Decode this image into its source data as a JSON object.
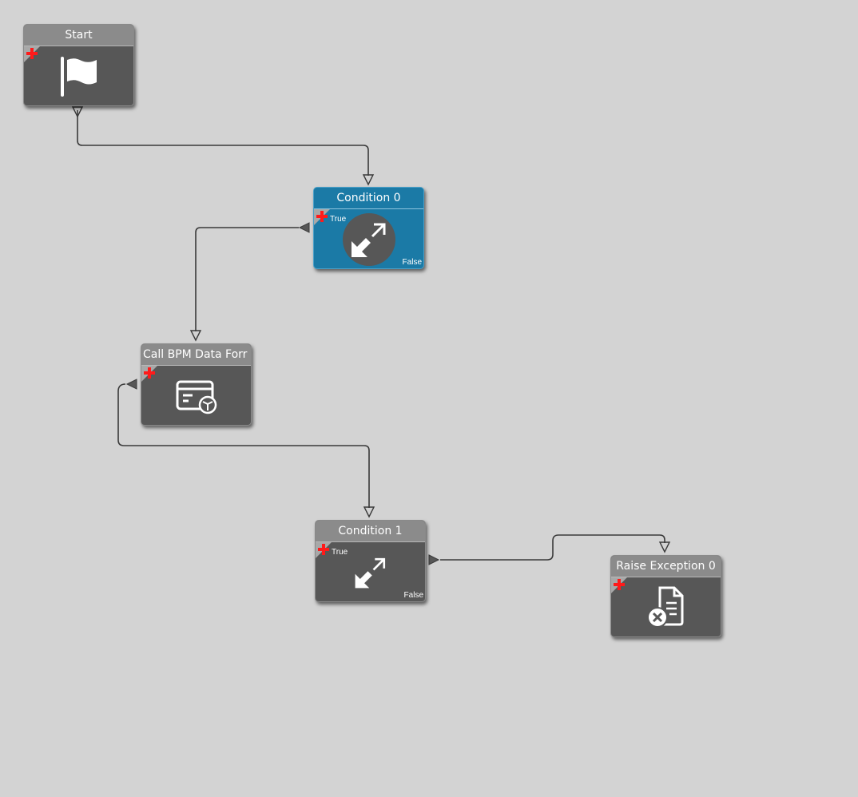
{
  "workflow": {
    "nodes": [
      {
        "id": "start",
        "title": "Start",
        "icon": "flag-icon"
      },
      {
        "id": "condition-0",
        "title": "Condition 0",
        "icon": "condition-arrows-icon",
        "true_label": "True",
        "false_label": "False",
        "selected": true
      },
      {
        "id": "call-bpm",
        "title": "Call BPM Data Forr",
        "icon": "data-form-icon"
      },
      {
        "id": "condition-1",
        "title": "Condition 1",
        "icon": "condition-arrows-icon",
        "true_label": "True",
        "false_label": "False"
      },
      {
        "id": "raise-exception",
        "title": "Raise Exception 0",
        "icon": "document-error-icon"
      }
    ],
    "connections": [
      {
        "from": "start",
        "to": "condition-0"
      },
      {
        "from": "condition-0",
        "port": "True",
        "to": "call-bpm"
      },
      {
        "from": "call-bpm",
        "to": "condition-1"
      },
      {
        "from": "condition-1",
        "to": "raise-exception"
      }
    ]
  },
  "colors": {
    "canvas": "#d3d3d3",
    "node_body": "#575757",
    "node_header": "#8b8b8b",
    "selected": "#1b7aa6",
    "add_marker": "#ff1a1a"
  }
}
